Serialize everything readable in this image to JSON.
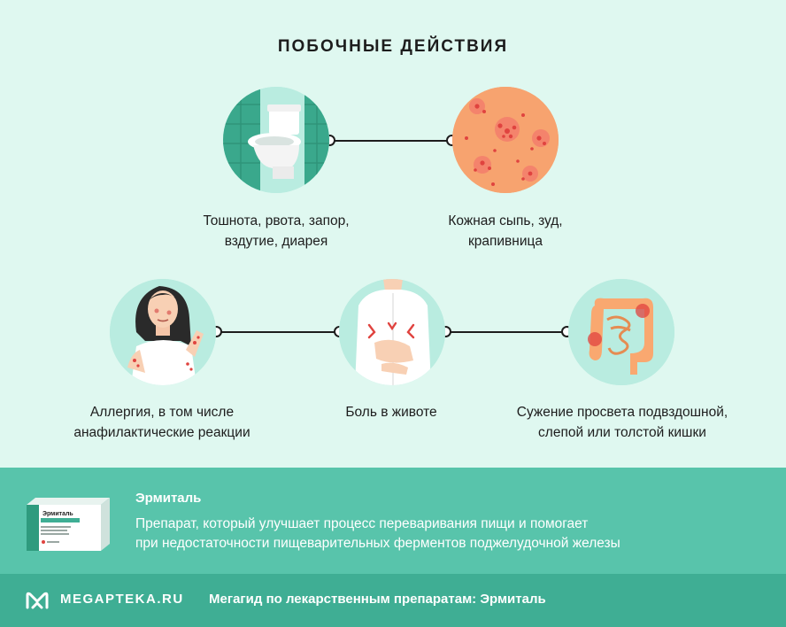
{
  "header": {
    "title": "ПОБОЧНЫЕ ДЕЙСТВИЯ"
  },
  "effects": [
    {
      "line1": "Тошнота, рвота, запор,",
      "line2": "вздутие, диарея",
      "icon": "toilet-icon"
    },
    {
      "line1": "Кожная сыпь, зуд,",
      "line2": "крапивница",
      "icon": "skin-rash-icon"
    },
    {
      "line1": "Аллергия, в том числе",
      "line2": "анафилактические реакции",
      "icon": "allergy-woman-icon"
    },
    {
      "line1": "Боль в животе",
      "line2": "",
      "icon": "stomach-pain-icon"
    },
    {
      "line1": "Сужение просвета подвздошной,",
      "line2": "слепой или толстой кишки",
      "icon": "intestine-icon"
    }
  ],
  "product": {
    "name": "Эрмиталь",
    "desc_line1": "Препарат, который улучшает процесс переваривания пищи и помогает",
    "desc_line2": "при недостаточности пищеварительных ферментов поджелудочной железы",
    "pack_label": "Эрмиталь"
  },
  "footer": {
    "logo": "MEGAPTEKA.RU",
    "text": "Мегагид по лекарственным препаратам: Эрмиталь"
  },
  "colors": {
    "background": "#dff8f0",
    "circle": "#b9ece0",
    "band": "#58c4ab",
    "footer": "#3fae94"
  }
}
